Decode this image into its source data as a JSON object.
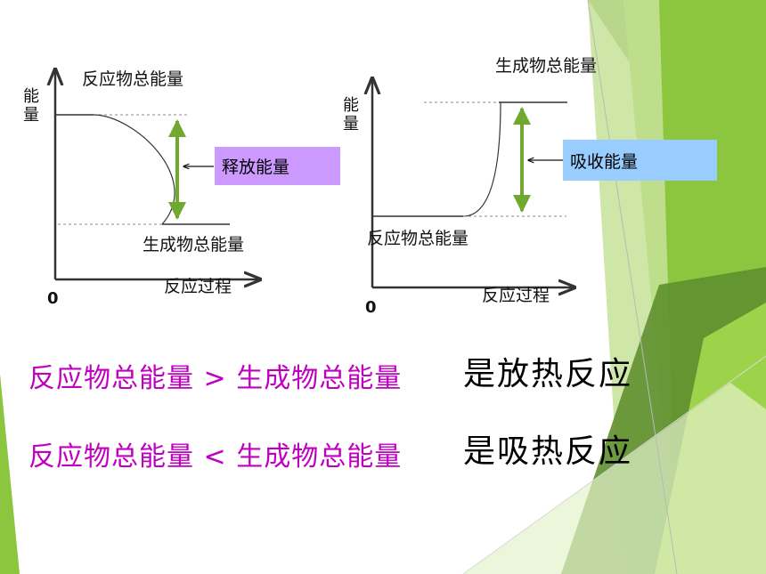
{
  "diagram_left": {
    "top_label": "反应物总能量",
    "bottom_label": "生成物总能量",
    "y_axis_label": "能量",
    "x_axis_label": "反应过程",
    "origin_label": "0",
    "box_label": "释放能量",
    "box_color": "#cc99ff"
  },
  "diagram_right": {
    "top_label": "生成物总能量",
    "bottom_label": "反应物总能量",
    "y_axis_label": "能量",
    "x_axis_label": "反应过程",
    "origin_label": "0",
    "box_label": "吸收能量",
    "box_color": "#99ccff"
  },
  "statements": [
    {
      "comparison": "反应物总能量 > 生成物总能量",
      "conclusion": "是放热反应"
    },
    {
      "comparison": "反应物总能量 < 生成物总能量",
      "conclusion": "是吸热反应"
    }
  ],
  "colors": {
    "comparison_text": "#c000c0",
    "arrow_green": "#70a830",
    "theme_green": "#8cc63f"
  }
}
